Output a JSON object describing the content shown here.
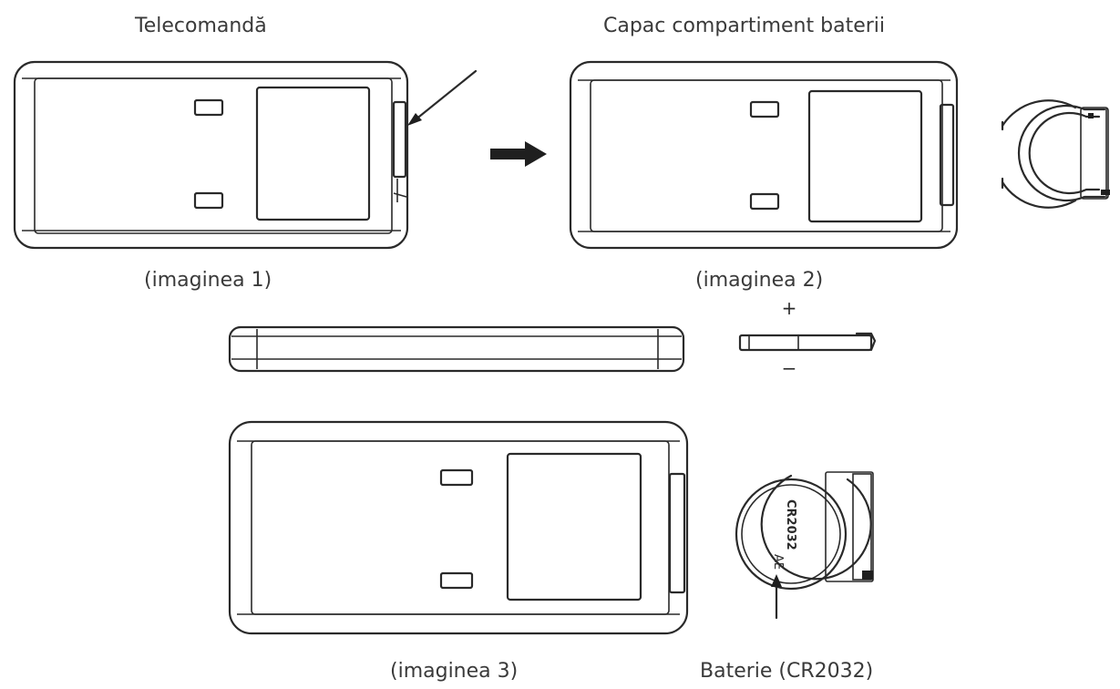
{
  "labels": {
    "remote": "Telecomandă",
    "cover": "Capac compartiment baterii",
    "image1": "(imaginea 1)",
    "image2": "(imaginea 2)",
    "image3": "(imaginea 3)",
    "battery": "Baterie (CR2032)",
    "plus": "+",
    "minus": "−",
    "cell_brand": "AE",
    "cell_model": "CR2032"
  },
  "colors": {
    "line": "#2a2a2a",
    "text": "#3a3a3a",
    "background": "#ffffff"
  }
}
